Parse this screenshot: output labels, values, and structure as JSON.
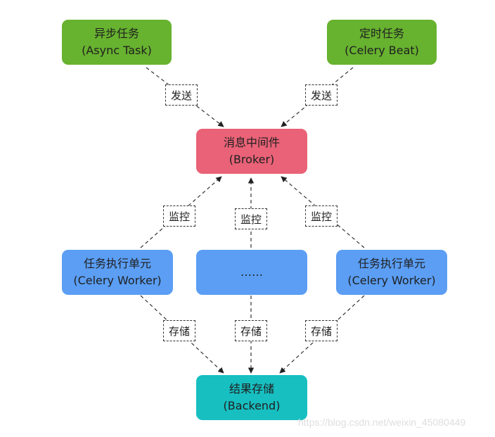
{
  "nodes": {
    "async_task": {
      "title": "异步任务",
      "subtitle": "(Async Task)",
      "color": "#67b22f"
    },
    "celery_beat": {
      "title": "定时任务",
      "subtitle": "(Celery Beat)",
      "color": "#67b22f"
    },
    "broker": {
      "title": "消息中间件",
      "subtitle": "(Broker)",
      "color": "#e96277"
    },
    "worker_left": {
      "title": "任务执行单元",
      "subtitle": "(Celery Worker)",
      "color": "#5b9ef4"
    },
    "worker_middle": {
      "title": "……",
      "color": "#5b9ef4"
    },
    "worker_right": {
      "title": "任务执行单元",
      "subtitle": "(Celery Worker)",
      "color": "#5b9ef4"
    },
    "backend": {
      "title": "结果存储",
      "subtitle": "(Backend)",
      "color": "#17bfc1"
    }
  },
  "edges": {
    "send": "发送",
    "monitor": "监控",
    "store": "存储"
  },
  "watermark": "https://blog.csdn.net/weixin_45080449"
}
